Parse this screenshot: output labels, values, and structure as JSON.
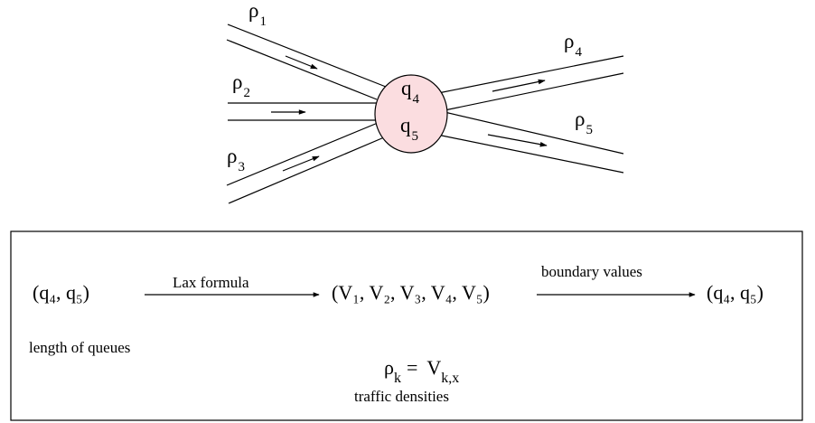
{
  "junction": {
    "incoming_roads": [
      {
        "density_label": "ρ",
        "index": "1"
      },
      {
        "density_label": "ρ",
        "index": "2"
      },
      {
        "density_label": "ρ",
        "index": "3"
      }
    ],
    "outgoing_roads": [
      {
        "density_label": "ρ",
        "index": "4"
      },
      {
        "density_label": "ρ",
        "index": "5"
      }
    ],
    "queues": [
      {
        "label": "q",
        "index": "4"
      },
      {
        "label": "q",
        "index": "5"
      }
    ],
    "node_fill": "#fbdde0"
  },
  "pipeline": {
    "left_state": "(q₄, q₅)",
    "left_caption": "length of queues",
    "arrow1_label": "Lax  formula",
    "middle_state": "(V₁, V₂, V₃, V₄, V₅)",
    "arrow2_label": "boundary  values",
    "right_state": "(q₄, q₅)",
    "formula_lhs": "ρ",
    "formula_lhs_sub": "k",
    "formula_eq": "=",
    "formula_rhs": "V",
    "formula_rhs_sub": "k,x",
    "formula_caption": "traffic densities"
  }
}
